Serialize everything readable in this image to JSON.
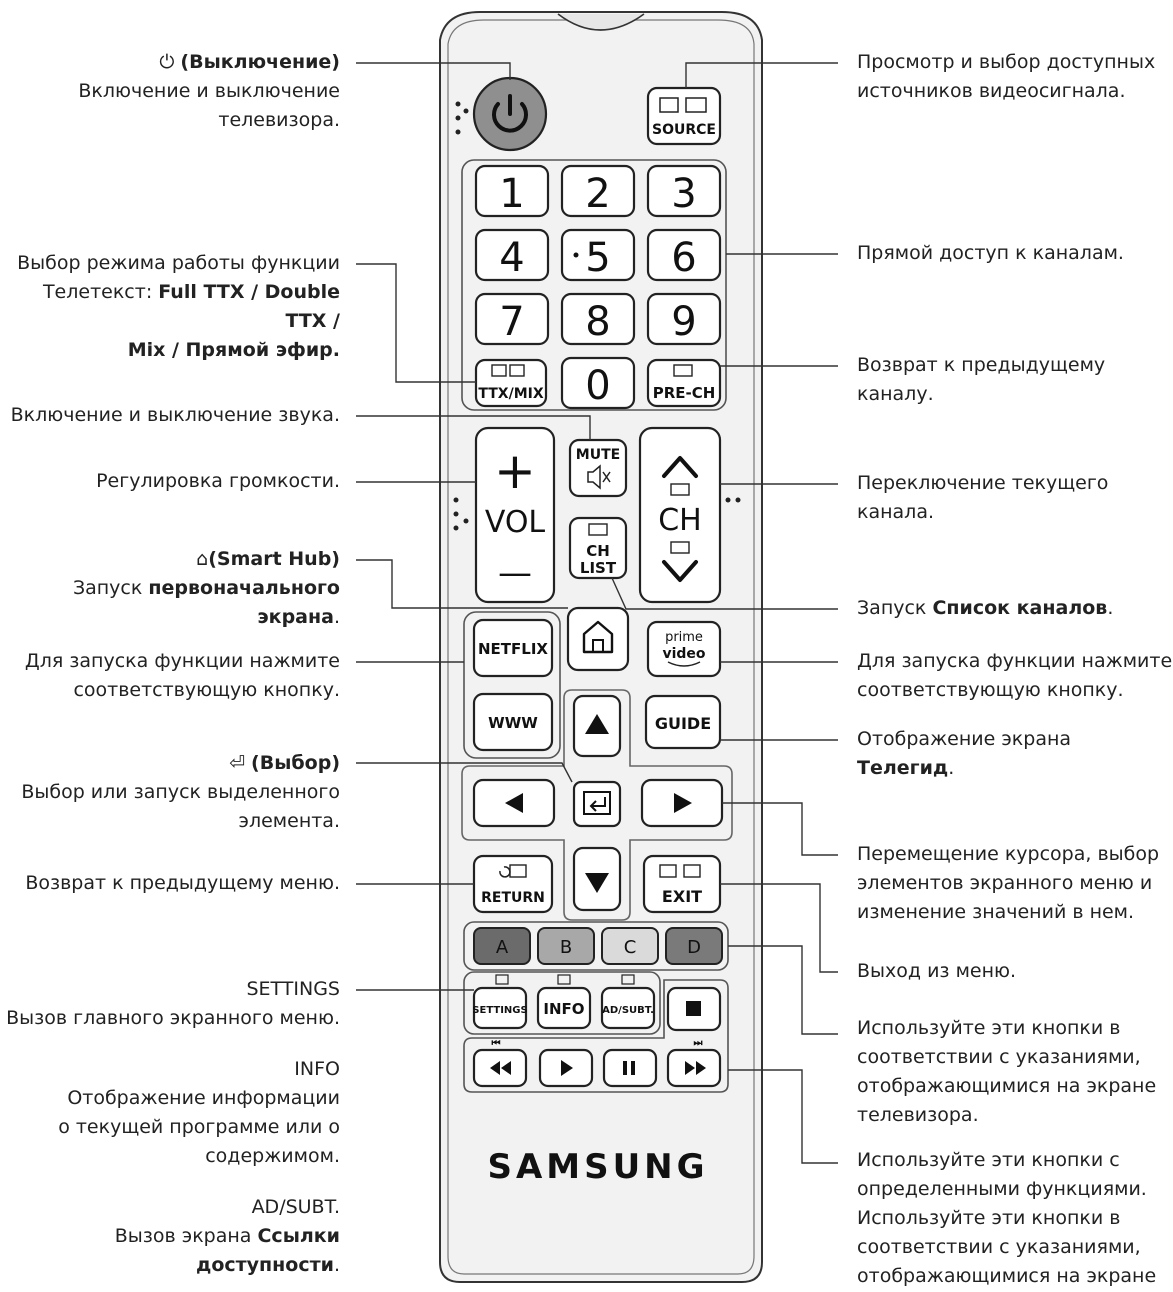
{
  "left_labels": {
    "power": {
      "title": "(Выключение)",
      "desc1": "Включение и выключение",
      "desc2": "телевизора."
    },
    "ttx": {
      "line1": "Выбор режима работы функции",
      "line2a": "Телетекст: ",
      "line2b": "Full TTX / Double TTX /",
      "line3": "Mix / Прямой эфир."
    },
    "mute": {
      "text": "Включение и выключение звука."
    },
    "volume": {
      "text": "Регулировка громкости."
    },
    "smarthub": {
      "title": "(Smart Hub)",
      "desc_a": "Запуск ",
      "desc_b": "первоначального экрана",
      "desc_c": "."
    },
    "netflix": {
      "line1": "Для запуска функции нажмите",
      "line2": "соответствующую кнопку."
    },
    "select": {
      "title": "(Выбор)",
      "desc1": "Выбор или запуск выделенного",
      "desc2": "элемента."
    },
    "return": {
      "text": "Возврат к предыдущему меню."
    },
    "settings": {
      "title": "SETTINGS",
      "desc": "Вызов главного экранного меню."
    },
    "info": {
      "title": "INFO",
      "desc1": "Отображение информации",
      "desc2": "о текущей программе или о",
      "desc3": "содержимом."
    },
    "adsubt": {
      "title": "AD/SUBT.",
      "desc_a": "Вызов экрана ",
      "desc_b": "Ссылки доступности",
      "desc_c": "."
    }
  },
  "right_labels": {
    "source": {
      "line1": "Просмотр и выбор доступных",
      "line2": "источников видеосигнала."
    },
    "numbers": {
      "text": "Прямой доступ к каналам."
    },
    "prech": {
      "text": "Возврат к предыдущему каналу."
    },
    "channel": {
      "text": "Переключение текущего канала."
    },
    "chlist": {
      "a": "Запуск ",
      "b": "Список каналов",
      "c": "."
    },
    "prime": {
      "line1": "Для запуска функции нажмите",
      "line2": "соответствующую кнопку."
    },
    "guide": {
      "a": "Отображение экрана ",
      "b": "Телегид",
      "c": "."
    },
    "cursor": {
      "line1": "Перемещение курсора, выбор",
      "line2": "элементов экранного меню и",
      "line3": "изменение значений в нем."
    },
    "exit": {
      "text": "Выход из меню."
    },
    "color": {
      "line1": "Используйте эти кнопки в",
      "line2": "соответствии с указаниями,",
      "line3": "отображающимися на экране",
      "line4": "телевизора."
    },
    "media": {
      "line1": "Используйте эти кнопки с",
      "line2": "определенными функциями.",
      "line3": "Используйте эти кнопки в",
      "line4": "соответствии с указаниями,",
      "line5": "отображающимися на экране"
    }
  },
  "remote": {
    "source_label": "SOURCE",
    "digits": [
      "1",
      "2",
      "3",
      "4",
      "5",
      "6",
      "7",
      "8",
      "9",
      "0"
    ],
    "ttx_label": "TTX/MIX",
    "prech_label": "PRE-CH",
    "mute_label": "MUTE",
    "vol_plus": "+",
    "vol_label": "VOL",
    "vol_minus": "—",
    "ch_label": "CH",
    "chlist_l1": "CH",
    "chlist_l2": "LIST",
    "netflix_label": "NETFLIX",
    "prime_l1": "prime",
    "prime_l2": "video",
    "www_label": "WWW",
    "guide_label": "GUIDE",
    "return_label": "RETURN",
    "exit_label": "EXIT",
    "color_keys": [
      "A",
      "B",
      "C",
      "D"
    ],
    "settings_label": "SETTINGS",
    "info_label": "INFO",
    "adsubt_label": "AD/SUBT.",
    "brand": "SAMSUNG"
  },
  "colors": {
    "power_button": "#8f8f8f",
    "key_a": "#6b6b6b",
    "key_b": "#a8a8a8",
    "key_c": "#dadada",
    "key_d": "#7a7a7a",
    "body": "#f2f2f2"
  }
}
